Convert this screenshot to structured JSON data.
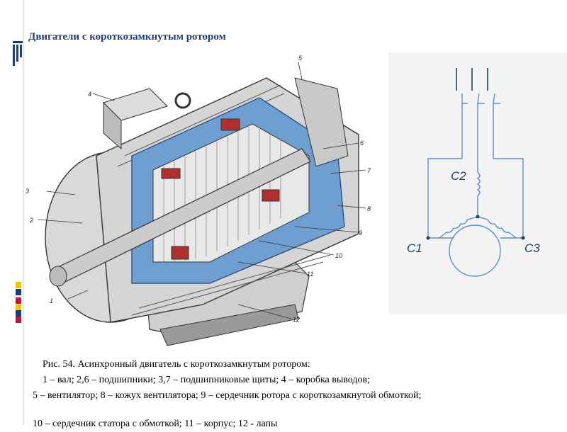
{
  "slide": {
    "title": "Двигатели с короткозамкнутым ротором",
    "accent_color": "#1f3f73",
    "square_colors": [
      "#f5c400",
      "#1f3f73",
      "#c0143c",
      "#f5c400",
      "#1f3f73",
      "#c0143c"
    ]
  },
  "figure": {
    "callouts": [
      "1",
      "2",
      "3",
      "4",
      "5",
      "6",
      "7",
      "8",
      "9",
      "10",
      "11",
      "12"
    ]
  },
  "schematic": {
    "labels": {
      "c1": "C1",
      "c2": "C2",
      "c3": "C3"
    }
  },
  "caption": {
    "line1": "Рис. 54. Асинхронный двигатель с короткозамкнутым ротором:",
    "line2": "1 – вал; 2,6 – подшипники; 3,7 – подшипниковые щиты; 4 – коробка выводов;",
    "line3": "5 – вентилятор; 8 – кожух вентилятора;  9 – сердечник ротора с короткозамкнутой обмоткой;",
    "line4": "10 – сердечник статора с обмоткой; 11 – корпус; 12 - лапы"
  }
}
